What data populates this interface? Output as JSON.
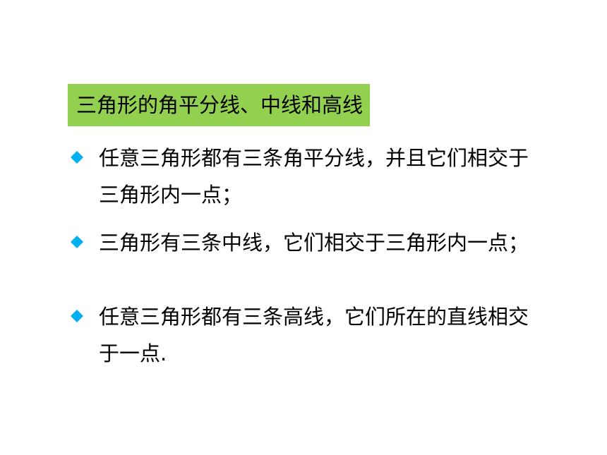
{
  "title": "三角形的角平分线、中线和高线",
  "bullets": [
    {
      "text": "任意三角形都有三条角平分线，并且它们相交于三角形内一点；"
    },
    {
      "text": "三角形有三条中线，它们相交于三角形内一点；"
    },
    {
      "text": "任意三角形都有三条高线，它们所在的直线相交于一点."
    }
  ],
  "colors": {
    "title_background": "#92d050",
    "bullet_marker": "#00b0f0"
  },
  "icons": {
    "bullet_marker": "diamond-bullet-icon"
  }
}
